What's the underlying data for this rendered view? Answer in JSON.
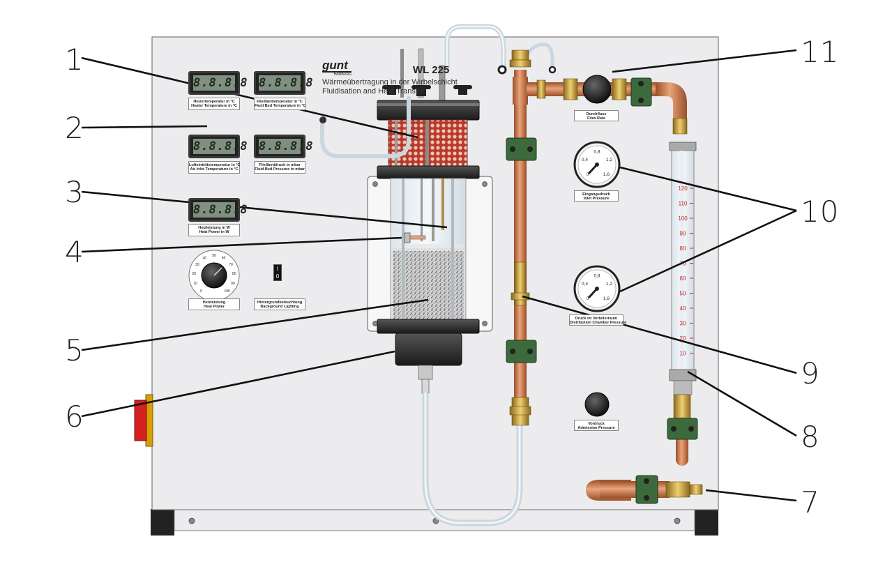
{
  "brand": {
    "name": "gunt",
    "sub": "HAMBURG",
    "model": "WL 225"
  },
  "header": {
    "line1": "Wärmeübertragung in der Wirbelschicht",
    "line2": "Fluidisation and Heat Transfer"
  },
  "displays": [
    {
      "reading": "8.8.8.8",
      "label_de": "Heizertemperatur in °C",
      "label_en": "Heater Temperature in °C"
    },
    {
      "reading": "8.8.8.8",
      "label_de": "Fließbetttemperatur in °C",
      "label_en": "Fluid Bed Temperature in °C"
    },
    {
      "reading": "8.8.8.8",
      "label_de": "Lufteintrittstemperatur in °C",
      "label_en": "Air Inlet Temperature in °C"
    },
    {
      "reading": "8.8.8.8",
      "label_de": "Fließbettdruck in mbar",
      "label_en": "Fluid Bed Pressure in mbar"
    },
    {
      "reading": "8.8.8.8",
      "label_de": "Heizleistung in W",
      "label_en": "Heat Power in W"
    }
  ],
  "heat_power_knob": {
    "label_de": "Heizleistung",
    "label_en": "Heat Power",
    "scale": [
      "0",
      "10",
      "20",
      "30",
      "40",
      "50",
      "60",
      "70",
      "80",
      "90",
      "100"
    ]
  },
  "lighting_switch": {
    "label_de": "Hintergrundbeleuchtung",
    "label_en": "Background Lighting",
    "on": "I",
    "off": "0"
  },
  "flow_rate_valve": {
    "label_de": "Durchfluss",
    "label_en": "Flow Rate"
  },
  "inlet_gauge": {
    "label_de": "Eingangsdruck",
    "label_en": "Inlet Pressure",
    "scale": [
      "0",
      "0,4",
      "0,8",
      "1,2",
      "1,6"
    ]
  },
  "chamber_gauge": {
    "label_de": "Druck im Verteilerraum",
    "label_en": "Distribution Chamber Pressure",
    "scale": [
      "0",
      "0,4",
      "0,8",
      "1,2",
      "1,6"
    ]
  },
  "admission_valve": {
    "label_de": "Vordruck",
    "label_en": "Admission Pressure"
  },
  "flowmeter_scale": [
    "120",
    "110",
    "100",
    "90",
    "80",
    "70",
    "60",
    "50",
    "40",
    "30",
    "20",
    "10"
  ],
  "callouts": [
    "1",
    "2",
    "3",
    "4",
    "5",
    "6",
    "7",
    "8",
    "9",
    "10",
    "11"
  ],
  "colors": {
    "panel": "#ececee",
    "copper": "#c8784a",
    "brass": "#c9a040",
    "clamp": "#3c6a3c",
    "scale_red": "#cc2222",
    "estop": "#d42020"
  }
}
